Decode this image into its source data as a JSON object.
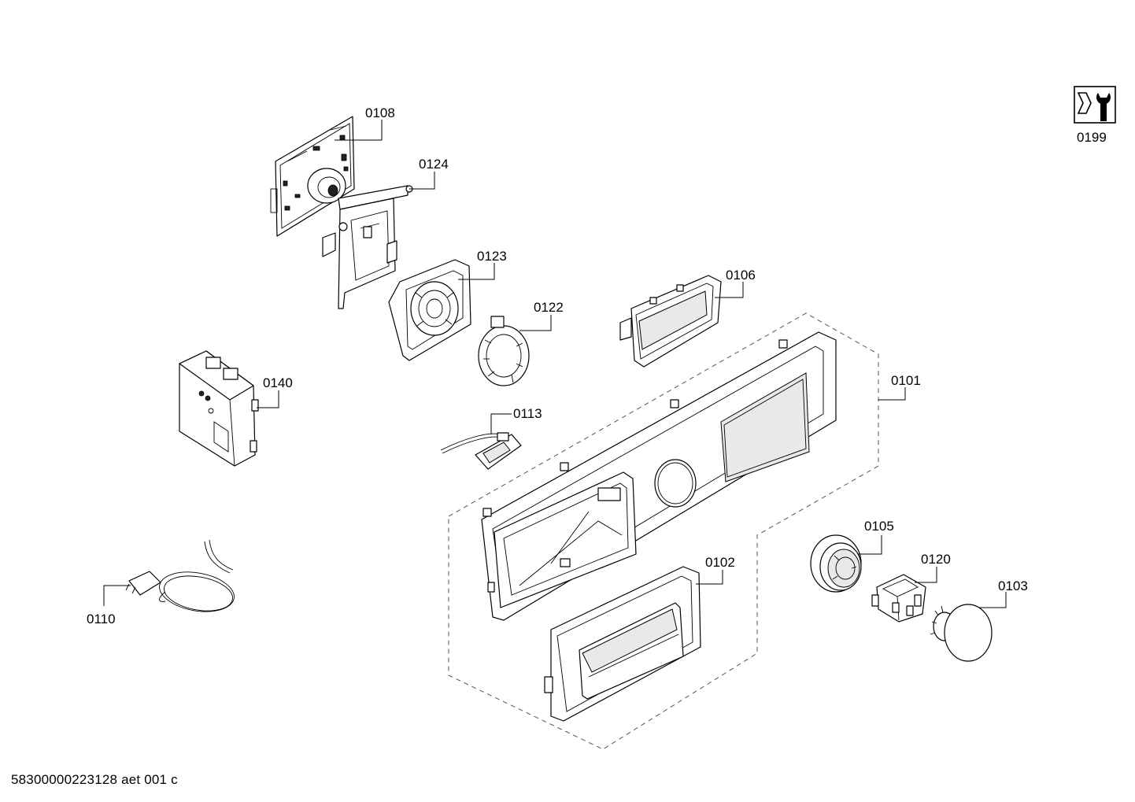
{
  "footer_code": "58300000223128 aet 001 c",
  "parts": [
    {
      "id": "p0108",
      "label": "0108"
    },
    {
      "id": "p0124",
      "label": "0124"
    },
    {
      "id": "p0123",
      "label": "0123"
    },
    {
      "id": "p0122",
      "label": "0122"
    },
    {
      "id": "p0106",
      "label": "0106"
    },
    {
      "id": "p0140",
      "label": "0140"
    },
    {
      "id": "p0101",
      "label": "0101"
    },
    {
      "id": "p0113",
      "label": "0113"
    },
    {
      "id": "p0105",
      "label": "0105"
    },
    {
      "id": "p0102",
      "label": "0102"
    },
    {
      "id": "p0120",
      "label": "0120"
    },
    {
      "id": "p0103",
      "label": "0103"
    },
    {
      "id": "p0110",
      "label": "0110"
    },
    {
      "id": "p0199",
      "label": "0199"
    }
  ],
  "service_icon": "wrench-nut-icon"
}
